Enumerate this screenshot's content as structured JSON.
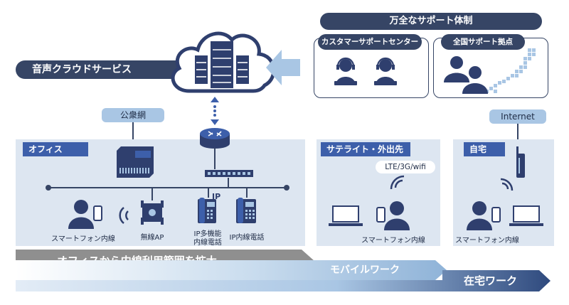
{
  "cloud": {
    "title": "音声クラウドサービス"
  },
  "support": {
    "title": "万全なサポート体制",
    "card1": "カスタマーサポートセンター",
    "card2": "全国サポート拠点"
  },
  "network": {
    "public": "公衆網",
    "internet": "Internet"
  },
  "office": {
    "tag": "オフィス",
    "labels": {
      "smartphone": "スマートフォン内線",
      "ap": "無線AP",
      "ip_multi_line1": "IP多機能",
      "ip_multi_line2": "内線電話",
      "ip_phone": "IP内線電話",
      "ip_mark": "IP"
    }
  },
  "satellite": {
    "tag": "サテライト・外出先",
    "wireless": "LTE/3G/wifi",
    "smartphone": "スマートフォン内線"
  },
  "home": {
    "tag": "自宅",
    "smartphone": "スマートフォン内線"
  },
  "bands": {
    "office": "オフィスから内線利用範囲を拡大",
    "mobile": "モバイルワーク",
    "home": "在宅ワーク"
  },
  "colors": {
    "navy": "#364565",
    "blue": "#3d5faa",
    "panel": "#dde6f1",
    "lightblue": "#a9c6e4"
  }
}
